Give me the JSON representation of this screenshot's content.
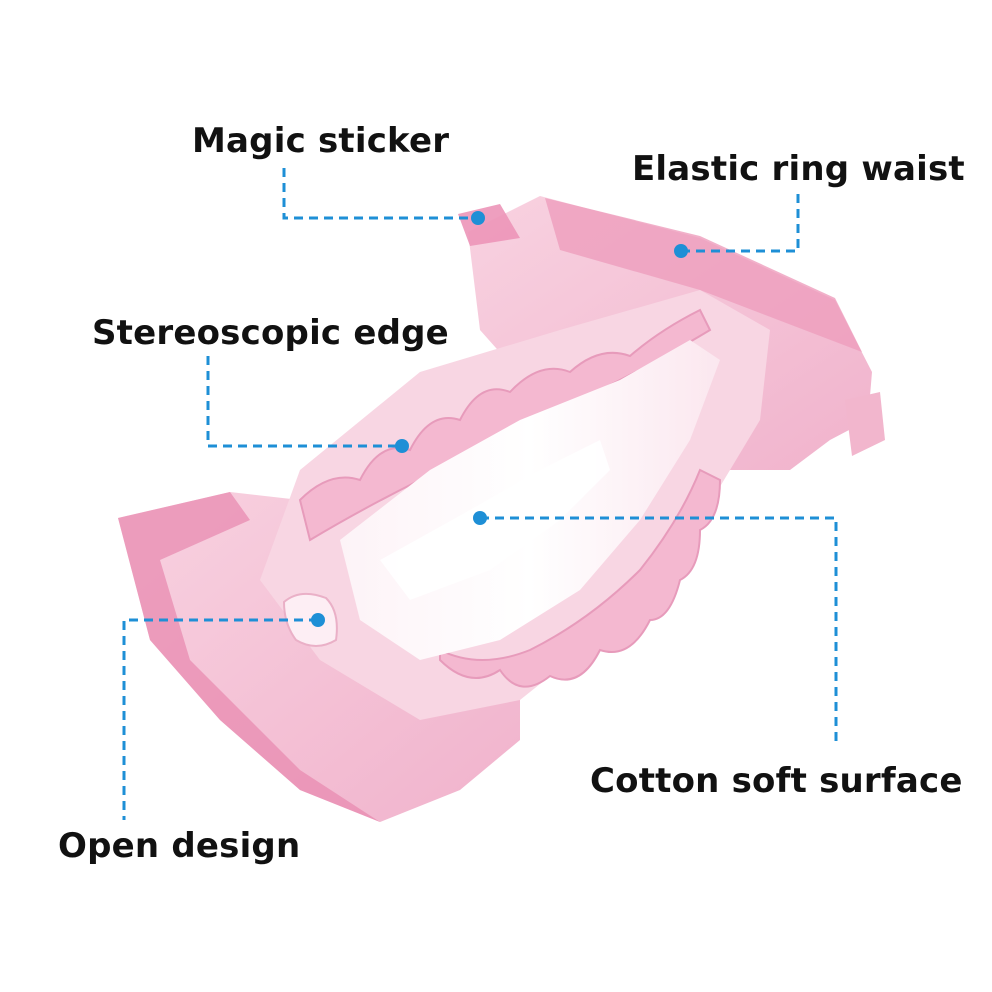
{
  "labels": {
    "magic_sticker": "Magic sticker",
    "elastic_ring_waist": "Elastic ring waist",
    "stereoscopic_edge": "Stereoscopic edge",
    "cotton_soft_surface": "Cotton soft surface",
    "open_design": "Open design"
  },
  "colors": {
    "leader_line": "#1e8fd6",
    "marker_dot": "#1e8fd6",
    "diaper_pink": "#f3b7cf",
    "diaper_pink_dark": "#e68ab0",
    "diaper_white": "#ffffff"
  }
}
